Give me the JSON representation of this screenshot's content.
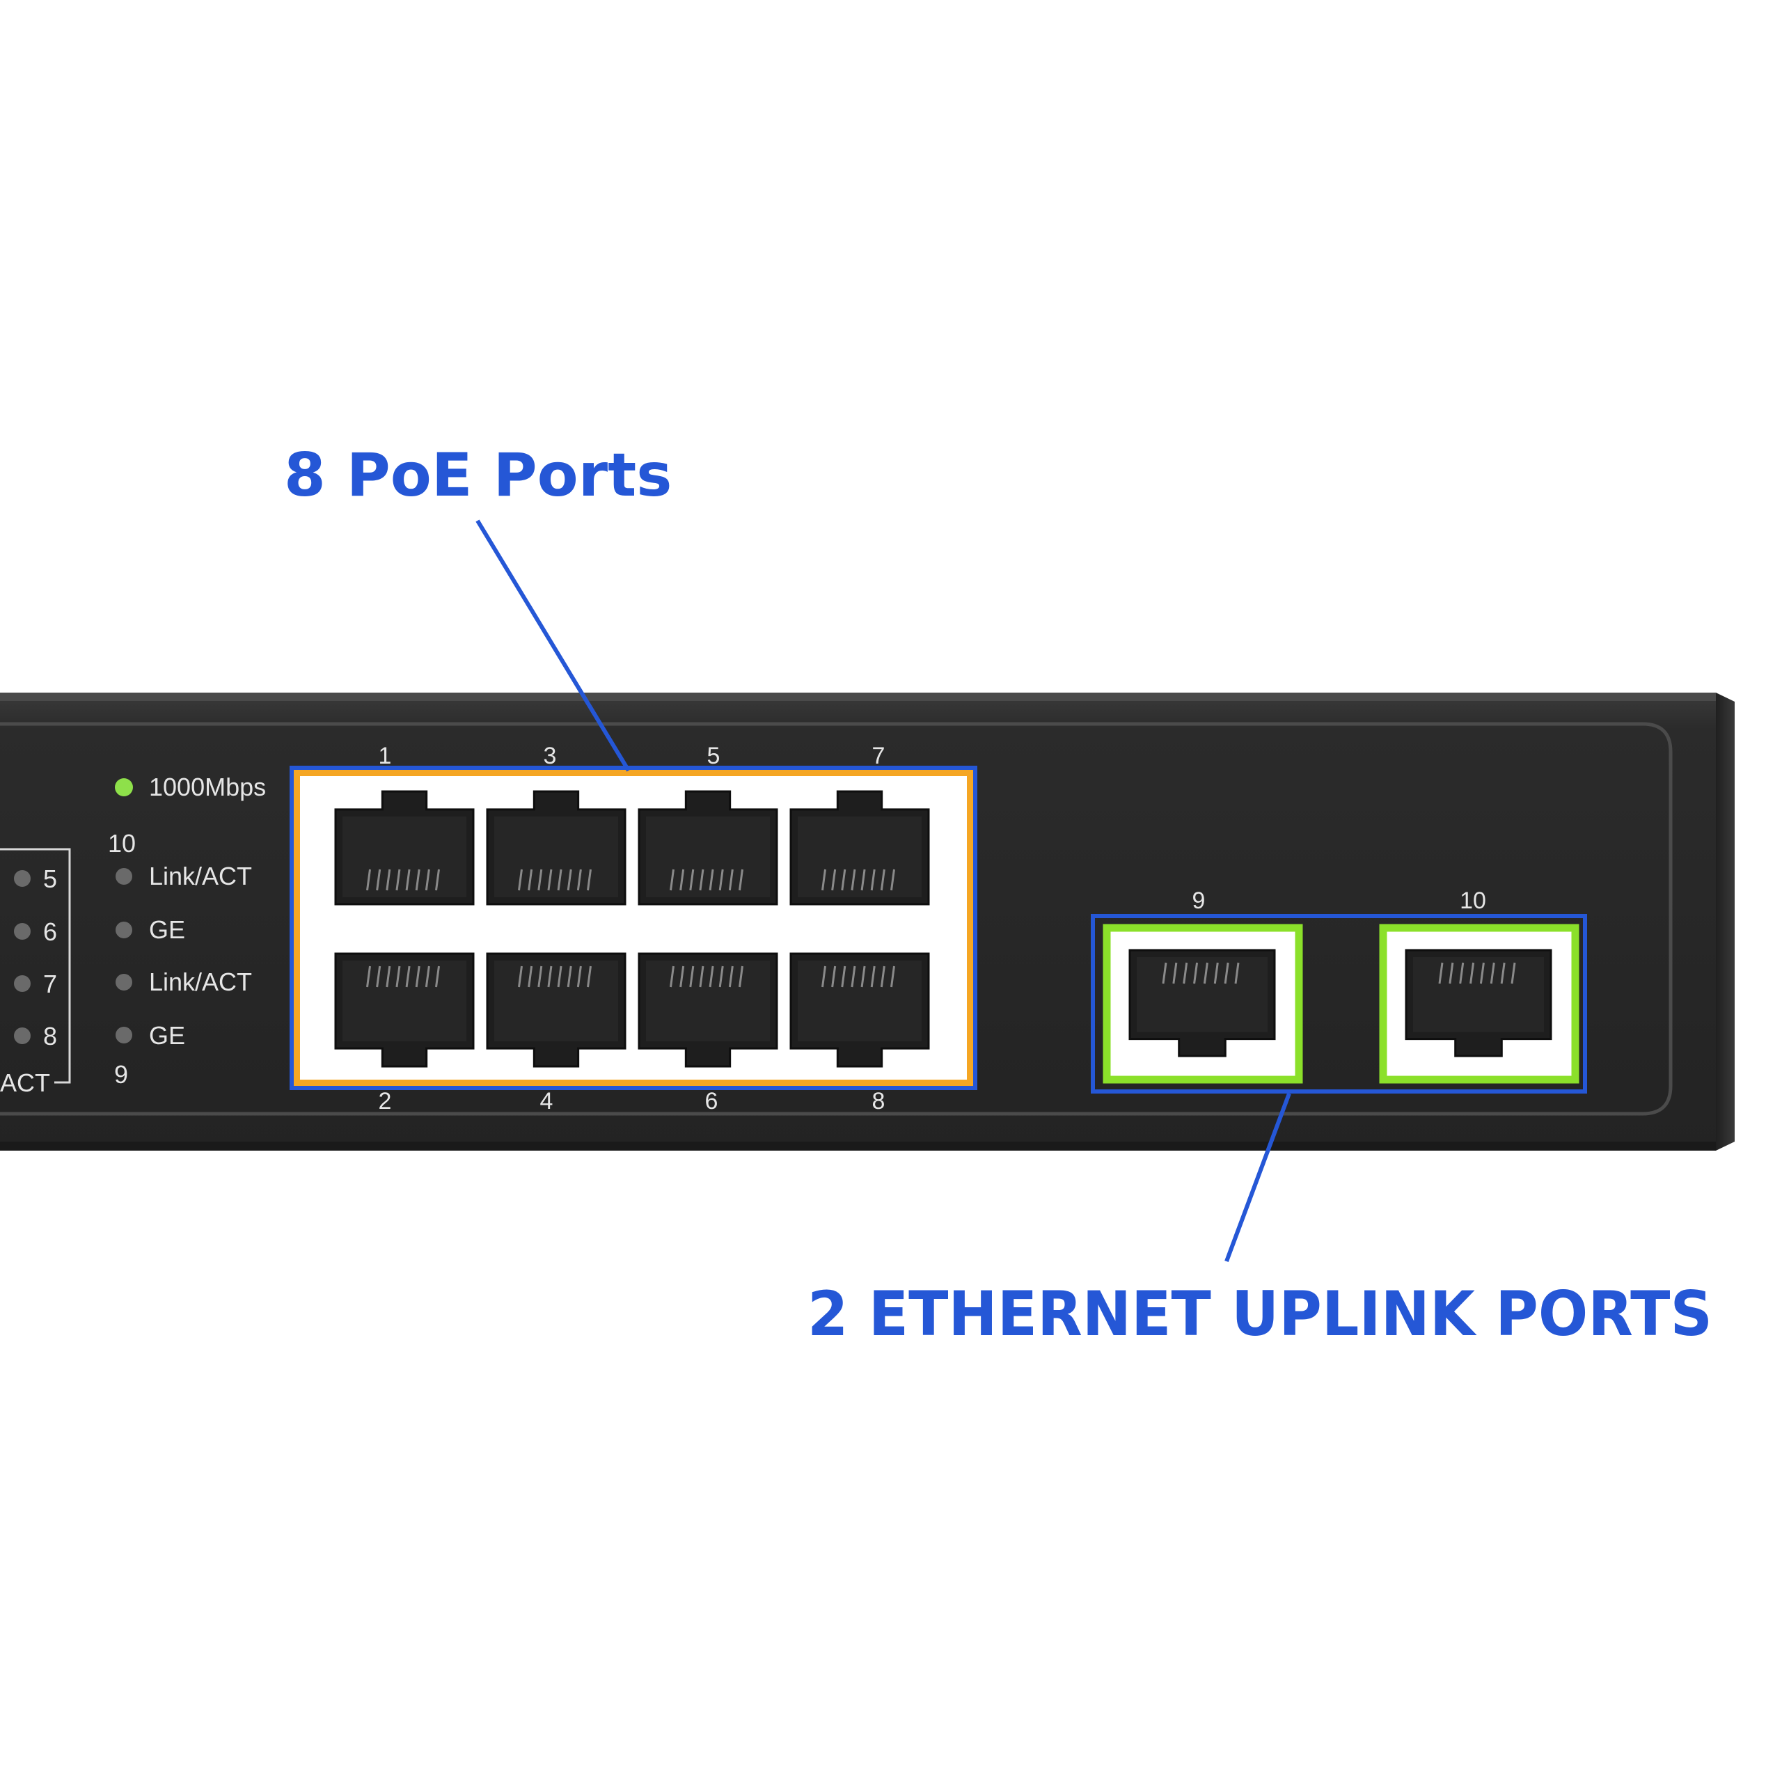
{
  "callouts": {
    "poe_title": "8 PoE Ports",
    "uplink_title": "2 ETHERNET UPLINK PORTS"
  },
  "poe_ports": {
    "top_numbers": [
      "1",
      "3",
      "5",
      "7"
    ],
    "bottom_numbers": [
      "2",
      "4",
      "6",
      "8"
    ]
  },
  "uplink_ports": {
    "numbers": [
      "9",
      "10"
    ]
  },
  "led_panel": {
    "speed_label": "1000Mbps",
    "port_10_label": "10",
    "port_9_label": "9",
    "rows": [
      "Link/ACT",
      "GE",
      "Link/ACT",
      "GE"
    ],
    "left_numbers": [
      "5",
      "6",
      "7",
      "8"
    ],
    "left_group_label": "ACT"
  },
  "colors": {
    "callout_blue": "#2557D6",
    "poe_highlight": "#F5A623",
    "uplink_highlight": "#8BE02A",
    "chassis": "#2a2a2a",
    "led_on": "#8ee04a",
    "led_off": "#6a6a6a",
    "label_text": "#e6e6e6"
  }
}
